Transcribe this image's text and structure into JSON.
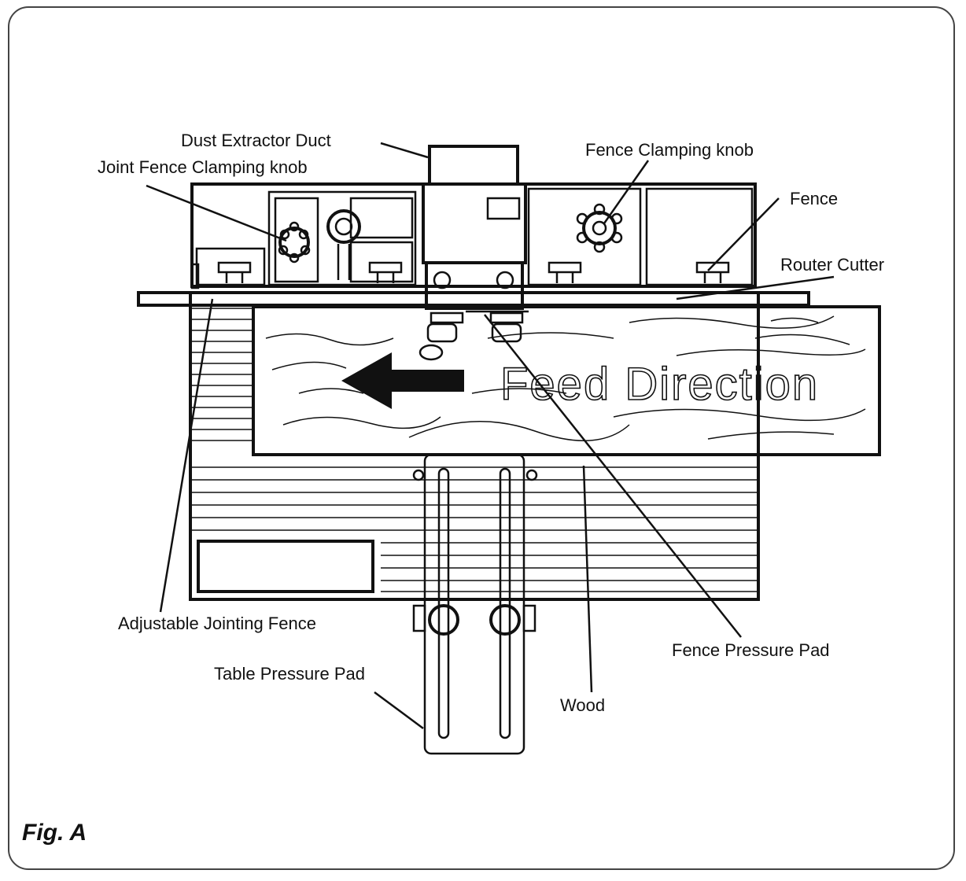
{
  "figure": {
    "caption": "Fig. A",
    "labels": {
      "dust_extractor_duct": "Dust Extractor Duct",
      "joint_fence_clamping_knob": "Joint Fence Clamping knob",
      "fence_clamping_knob": "Fence Clamping knob",
      "fence": "Fence",
      "router_cutter": "Router Cutter",
      "feed_direction": "Feed Direction",
      "adjustable_jointing_fence": "Adjustable Jointing Fence",
      "fence_pressure_pad": "Fence Pressure Pad",
      "table_pressure_pad": "Table Pressure Pad",
      "wood": "Wood"
    }
  }
}
